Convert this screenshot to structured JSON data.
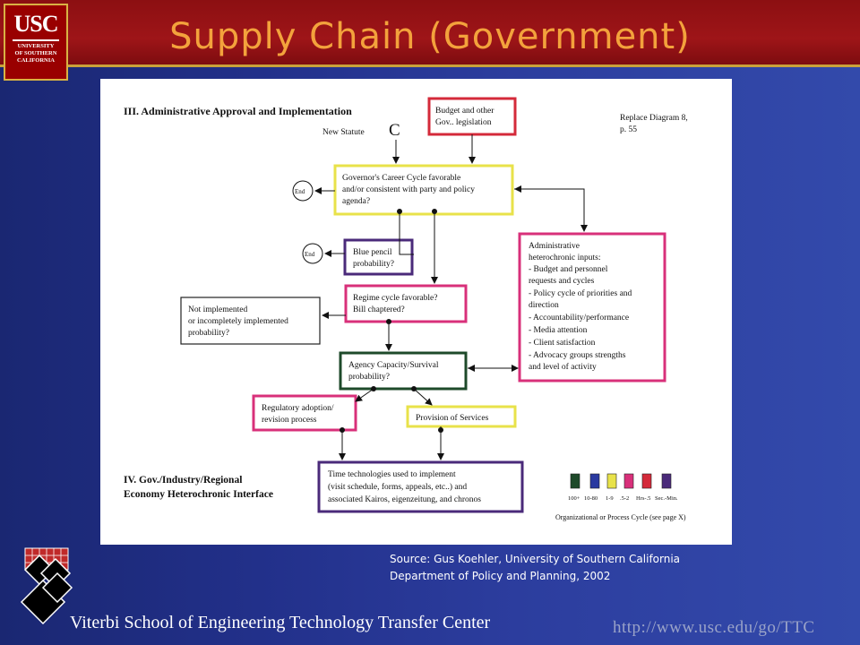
{
  "slide": {
    "title": "Supply Chain (Government)",
    "logo": {
      "main": "USC",
      "line1": "UNIVERSITY",
      "line2": "OF SOUTHERN",
      "line3": "CALIFORNIA"
    },
    "source_line1": "Source: Gus Koehler, University of Southern California",
    "source_line2": "Department of Policy and Planning, 2002",
    "footer": "Viterbi School of Engineering Technology Transfer Center",
    "url": "http://www.usc.edu/go/TTC"
  },
  "diagram": {
    "section_top": "III. Administrative Approval and Implementation",
    "section_bottom_1": "IV. Gov./Industry/Regional",
    "section_bottom_2": "Economy Heterochronic Interface",
    "new_statute": "New Statute",
    "c_label": "C",
    "replace_1": "Replace Diagram 8,",
    "replace_2": "p. 55",
    "end_label": "End",
    "budget": [
      "Budget and other",
      "Gov.. legislation"
    ],
    "governor": [
      "Governor's Career Cycle favorable",
      "and/or consistent with party and policy",
      "agenda?"
    ],
    "blue_pencil": [
      "Blue pencil",
      "probability?"
    ],
    "regime": [
      "Regime cycle favorable?",
      "Bill chaptered?"
    ],
    "not_implemented": [
      "Not implemented",
      "or incompletely implemented",
      "probability?"
    ],
    "admin": [
      "Administrative",
      "heterochronic inputs:",
      "- Budget and personnel",
      "requests and cycles",
      "- Policy cycle of priorities and",
      "direction",
      "- Accountability/performance",
      "- Media attention",
      "- Client satisfaction",
      "- Advocacy groups strengths",
      "and level of activity"
    ],
    "agency": [
      "Agency Capacity/Survival",
      "probability?"
    ],
    "regulatory": [
      "Regulatory adoption/",
      "revision process"
    ],
    "provision": [
      "Provision of Services"
    ],
    "time_tech": [
      "Time technologies used to implement",
      "(visit schedule, forms, appeals, etc..) and",
      "associated Kairos, eigenzeitung, and chronos"
    ],
    "legend_labels": [
      "100+",
      "10-80",
      "1-9",
      ".5-2",
      "Hrs-.5",
      "Sec.-Min."
    ],
    "legend_caption": "Organizational or Process Cycle (see page X)",
    "colors": {
      "budget": "#d42a3a",
      "governor": "#e8e24a",
      "blue_pencil": "#4a2a7a",
      "regime": "#d8307a",
      "not_implemented": "#222222",
      "admin": "#d8307a",
      "agency": "#1e4a2a",
      "regulatory": "#d8307a",
      "provision": "#e8e24a",
      "time_tech": "#4a2a7a",
      "legend": [
        "#1e4a2a",
        "#2a3aa0",
        "#e8e24a",
        "#d8307a",
        "#d42a3a",
        "#4a2a7a"
      ]
    }
  }
}
